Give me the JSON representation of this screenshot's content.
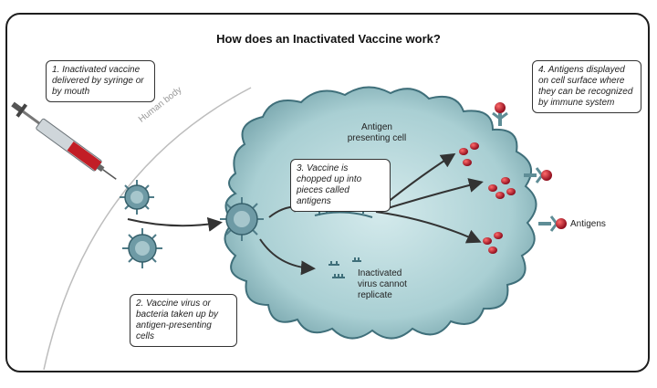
{
  "title": "How does an Inactivated Vaccine work?",
  "callouts": {
    "step1": "1. Inactivated vaccine delivered by syringe or by mouth",
    "step2": "2. Vaccine virus or bacteria taken up by antigen-presenting cells",
    "step3": "3. Vaccine is chopped up into pieces called antigens",
    "step4": "4. Antigens displayed on cell surface where they can be recognized by immune system"
  },
  "labels": {
    "human_body": "Human body",
    "apc": "Antigen presenting cell",
    "inactivated": "Inactivated virus cannot replicate",
    "antigens": "Antigens"
  },
  "colors": {
    "cell": "#a9cfd3",
    "cell_edge": "#3f6f7a",
    "virus": "#4f7c88",
    "antigen": "#b3152a",
    "syringe_fluid": "#c21e26"
  },
  "icons": [
    "syringe-icon",
    "virus-icon",
    "antigen-icon",
    "receptor-icon"
  ]
}
